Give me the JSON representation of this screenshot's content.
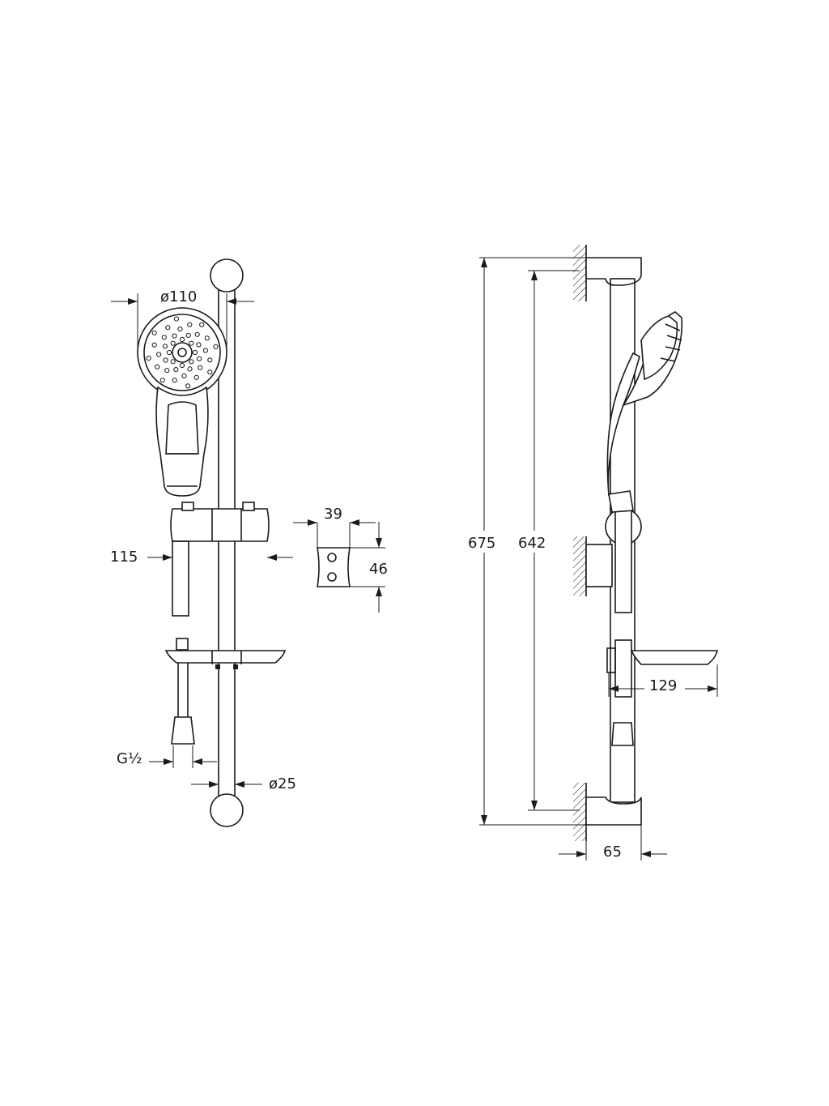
{
  "dimensions": {
    "head_diameter": "ø110",
    "holder_height": "115",
    "bracket_width": "39",
    "bracket_height": "46",
    "thread": "G½",
    "rail_diameter": "ø25",
    "overall_length": "675",
    "fixing_distance": "642",
    "soap_dish_depth": "129",
    "wall_projection": "65"
  }
}
